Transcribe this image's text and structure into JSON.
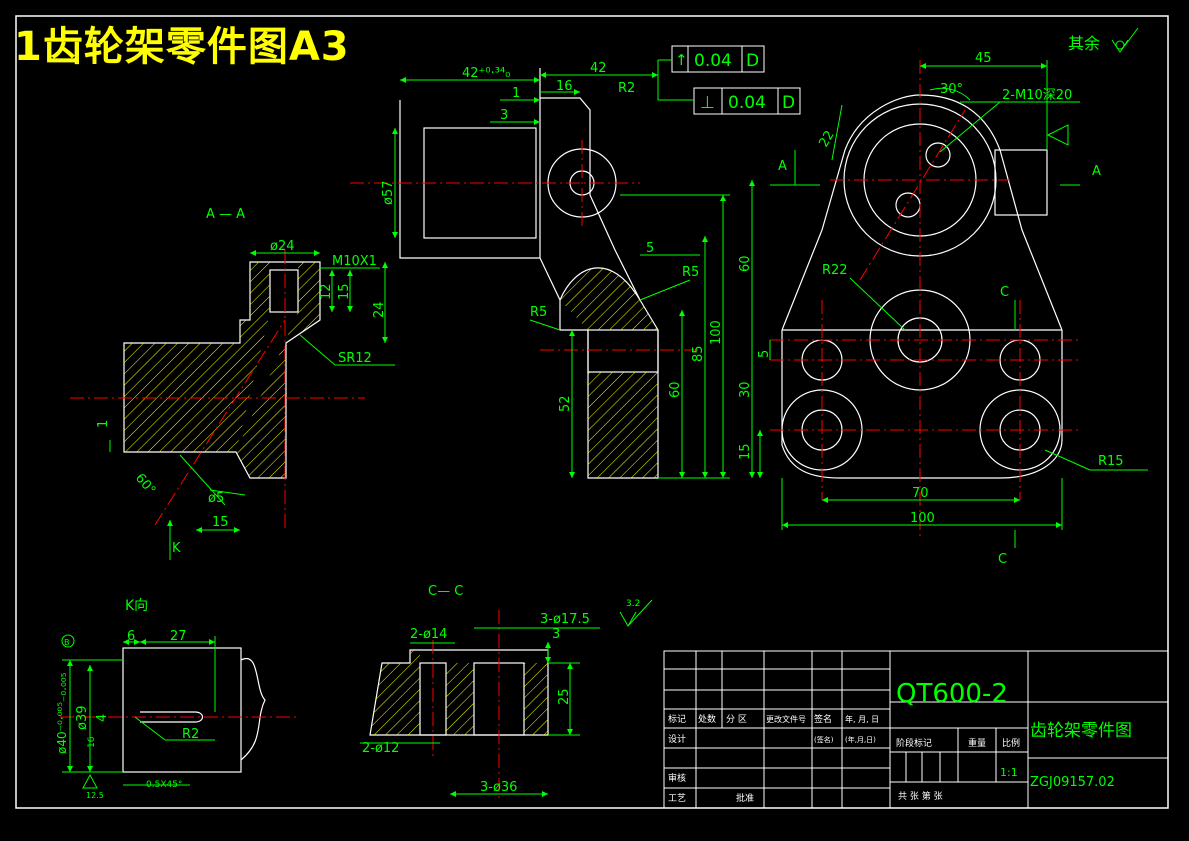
{
  "sheet_title": "1齿轮架零件图A3",
  "roughness": {
    "other_label": "其余",
    "mark_32": "3.2",
    "mark_125": "12.5"
  },
  "section_labels": {
    "aa": "A — A",
    "cc": "C— C",
    "k_dir": "K向",
    "arrow_a": "A",
    "arrow_c": "C",
    "arrow_k": "K",
    "datum_b": "B"
  },
  "tolerances": [
    {
      "symbol": "↑",
      "value": "0.04",
      "datum": "D"
    },
    {
      "symbol": "⊥",
      "value": "0.04",
      "datum": "D"
    }
  ],
  "dims": {
    "d42_tol": "42⁺⁰·³⁴₀",
    "d42": "42",
    "d16": "16",
    "d1": "1",
    "d3": "3",
    "r2": "R2",
    "phi57": "ø57",
    "d5": "5",
    "r5_right": "R5",
    "r5_left": "R5",
    "d100_mid": "100",
    "d85": "85",
    "d60_mid": "60",
    "d52": "52",
    "d45": "45",
    "ang30": "30°",
    "m10": "2-M10深20",
    "d22": "22",
    "r22": "R22",
    "d60_right": "60",
    "d5_right": "5",
    "d30": "30",
    "d15_right": "15",
    "d70": "70",
    "d100_bottom": "100",
    "r15": "R15",
    "phi24": "ø24",
    "m10x1": "M10X1",
    "d12": "12",
    "d15_aa": "15",
    "d24": "24",
    "sr12": "SR12",
    "d1_aa": "1",
    "ang60": "60°",
    "phi5": "ø5",
    "d15_aa_b": "15",
    "d6": "6",
    "d27": "27",
    "phi40": "ø40⁻⁰·⁰⁰⁵₋₀.₀₀₅",
    "phi39": "ø39",
    "d4": "4",
    "d16_k": "16",
    "r2_k": "R2",
    "chamfer": "0.5X45°",
    "phi14": "2-ø14",
    "phi175": "3-ø17.5",
    "d3_cc": "3",
    "d25": "25",
    "phi12": "2-ø12",
    "phi36": "3-ø36"
  },
  "title_block": {
    "material": "QT600-2",
    "part_name": "齿轮架零件图",
    "drawing_no": "ZGJ09157.02",
    "scale": "1:1",
    "headers": [
      "标记",
      "处数",
      "分 区",
      "更改文件号",
      "签名",
      "年, 月, 日"
    ],
    "row_design": "设计",
    "row_std": "(签名)",
    "row_std_date": "(年,月,日)",
    "stage_label": "阶段标记",
    "weight_label": "重量",
    "scale_label": "比例",
    "row_review": "审核",
    "row_process": "工艺",
    "row_approve": "批准",
    "sheets": "共   张   第   张"
  },
  "colors": {
    "outline": "#ffffff",
    "dimension": "#00ff00",
    "centerline": "#ff0000",
    "hatch": "#ffff00",
    "title": "#ffff00"
  }
}
